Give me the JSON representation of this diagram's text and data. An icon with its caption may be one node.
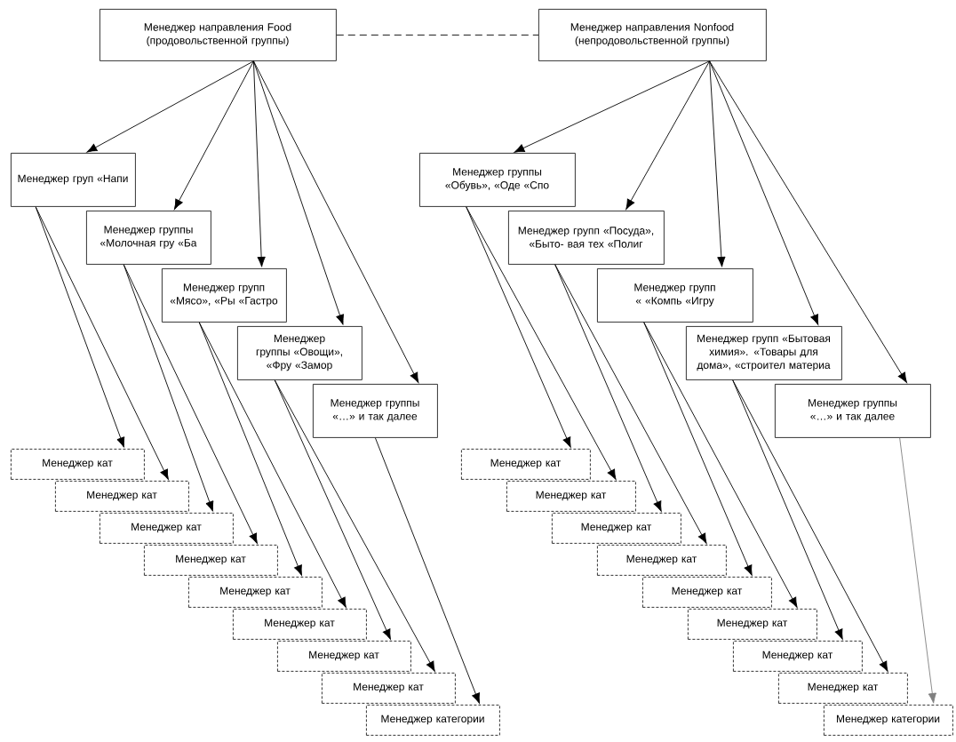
{
  "diagram": {
    "nodes": [
      {
        "text": [
          "Менеджер направления Food (продовольственной группы)"
        ]
      },
      {
        "text": [
          "Менеджер направления Nonfood (непродовольственной группы)"
        ]
      },
      {
        "text": [
          "Менеджер груп «Напи"
        ]
      },
      {
        "text": [
          "Менеджер группы «Молочная гру «Ба"
        ]
      },
      {
        "text": [
          "Менеджер групп «Мясо», «Ры «Гастро"
        ]
      },
      {
        "text": [
          "Менеджер группы «Овощи», «Фру «Замор"
        ]
      },
      {
        "text": [
          "Менеджер группы «…» и так далее"
        ]
      },
      {
        "text": [
          "Менеджер группы «Обувь», «Оде «Спо"
        ]
      },
      {
        "text": [
          "Менеджер групп «Посуда», «Быто- вая тех «Полиг"
        ]
      },
      {
        "text": [
          "Менеджер групп « «Компь «Игру"
        ]
      },
      {
        "text": [
          "Менеджер групп «Бытовая химия». «Товары для дома», «строител материа"
        ]
      },
      {
        "text": [
          "Менеджер группы «…» и так далее"
        ]
      },
      {
        "text": [
          "Менеджер кат"
        ]
      },
      {
        "text": [
          "Менеджер кат"
        ]
      },
      {
        "text": [
          "Менеджер кат"
        ]
      },
      {
        "text": [
          "Менеджер кат"
        ]
      },
      {
        "text": [
          "Менеджер кат"
        ]
      },
      {
        "text": [
          "Менеджер кат"
        ]
      },
      {
        "text": [
          "Менеджер кат"
        ]
      },
      {
        "text": [
          "Менеджер кат"
        ]
      },
      {
        "text": [
          "Менеджер категории"
        ]
      },
      {
        "text": [
          "Менеджер кат"
        ]
      },
      {
        "text": [
          "Менеджер кат"
        ]
      },
      {
        "text": [
          "Менеджер кат"
        ]
      },
      {
        "text": [
          "Менеджер кат"
        ]
      },
      {
        "text": [
          "Менеджер кат"
        ]
      },
      {
        "text": [
          "Менеджер кат"
        ]
      },
      {
        "text": [
          "Менеджер кат"
        ]
      },
      {
        "text": [
          "Менеджер кат"
        ]
      },
      {
        "text": [
          "Менеджер категории"
        ]
      }
    ],
    "edges": [
      {
        "from": 0,
        "to": 1,
        "arrow": "none",
        "style": "dashed"
      },
      {
        "from": 0,
        "to": 2,
        "arrow": "to"
      },
      {
        "from": 0,
        "to": 3,
        "arrow": "to"
      },
      {
        "from": 0,
        "to": 4,
        "arrow": "to"
      },
      {
        "from": 0,
        "to": 5,
        "arrow": "to"
      },
      {
        "from": 0,
        "to": 6,
        "arrow": "to"
      },
      {
        "from": 1,
        "to": 7,
        "arrow": "to"
      },
      {
        "from": 1,
        "to": 8,
        "arrow": "to"
      },
      {
        "from": 1,
        "to": 9,
        "arrow": "to"
      },
      {
        "from": 1,
        "to": 10,
        "arrow": "to"
      },
      {
        "from": 1,
        "to": 11,
        "arrow": "to"
      },
      {
        "from": 2,
        "to": 12,
        "arrow": "to"
      },
      {
        "from": 2,
        "to": 13,
        "arrow": "to"
      },
      {
        "from": 3,
        "to": 14,
        "arrow": "to"
      },
      {
        "from": 3,
        "to": 15,
        "arrow": "to"
      },
      {
        "from": 4,
        "to": 16,
        "arrow": "to"
      },
      {
        "from": 4,
        "to": 17,
        "arrow": "to"
      },
      {
        "from": 5,
        "to": 18,
        "arrow": "to"
      },
      {
        "from": 5,
        "to": 19,
        "arrow": "to"
      },
      {
        "from": 6,
        "to": 20,
        "arrow": "to"
      },
      {
        "from": 7,
        "to": 21,
        "arrow": "to"
      },
      {
        "from": 7,
        "to": 22,
        "arrow": "to"
      },
      {
        "from": 8,
        "to": 23,
        "arrow": "to"
      },
      {
        "from": 8,
        "to": 24,
        "arrow": "to"
      },
      {
        "from": 9,
        "to": 25,
        "arrow": "to"
      },
      {
        "from": 9,
        "to": 26,
        "arrow": "to"
      },
      {
        "from": 10,
        "to": 27,
        "arrow": "to"
      },
      {
        "from": 10,
        "to": 28,
        "arrow": "to"
      },
      {
        "from": 11,
        "to": 29,
        "arrow": "to",
        "color": "#808080"
      }
    ]
  }
}
